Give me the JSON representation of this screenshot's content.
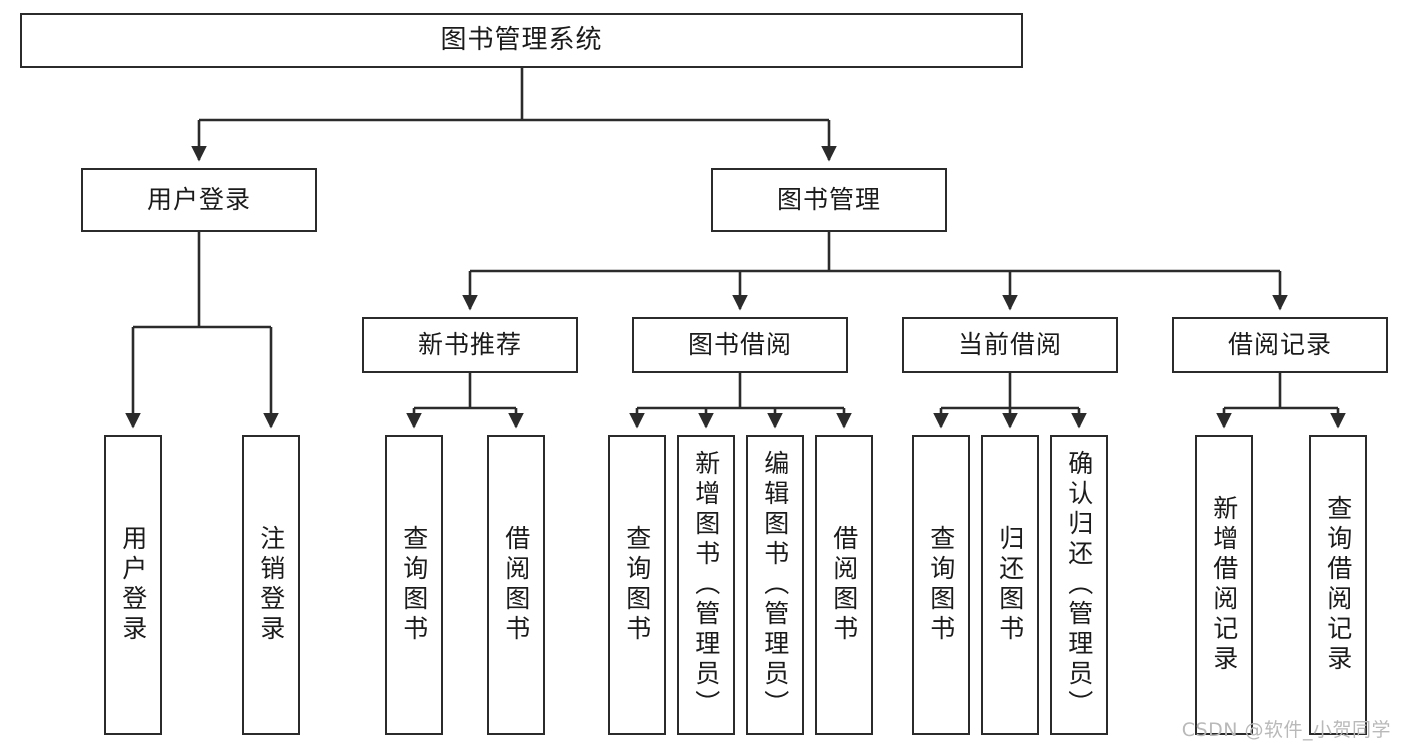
{
  "diagram": {
    "type": "tree-hierarchy-chart",
    "title": "图书管理系统",
    "watermark": "CSDN @软件_小贺同学",
    "colors": {
      "stroke": "#2b2b2b",
      "fill": "#ffffff",
      "text": "#1b1b1b",
      "watermark": "#b9b9b9"
    },
    "nodes": {
      "root": {
        "label": "图书管理系统"
      },
      "level2": [
        {
          "label": "用户登录"
        },
        {
          "label": "图书管理"
        }
      ],
      "level3": [
        {
          "label": "新书推荐"
        },
        {
          "label": "图书借阅"
        },
        {
          "label": "当前借阅"
        },
        {
          "label": "借阅记录"
        }
      ],
      "leaves": {
        "user_login": [
          {
            "label": "用户登录"
          },
          {
            "label": "注销登录"
          }
        ],
        "new_book": [
          {
            "label": "查询图书"
          },
          {
            "label": "借阅图书"
          }
        ],
        "borrow_book": [
          {
            "label": "查询图书"
          },
          {
            "label": "新增图书（管理员）"
          },
          {
            "label": "编辑图书（管理员）"
          },
          {
            "label": "借阅图书"
          }
        ],
        "current_borrow": [
          {
            "label": "查询图书"
          },
          {
            "label": "归还图书"
          },
          {
            "label": "确认归还（管理员）"
          }
        ],
        "borrow_record": [
          {
            "label": "新增借阅记录"
          },
          {
            "label": "查询借阅记录"
          }
        ]
      }
    }
  }
}
